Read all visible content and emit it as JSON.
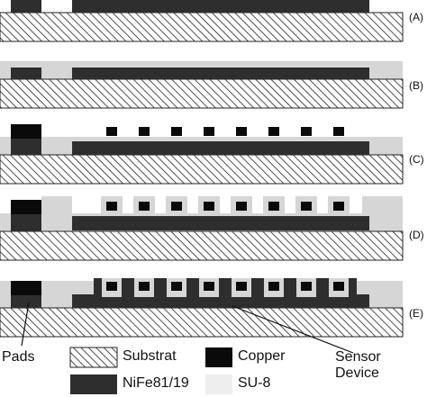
{
  "steps": [
    {
      "label": "(A)"
    },
    {
      "label": "(B)"
    },
    {
      "label": "(C)"
    },
    {
      "label": "(D)"
    },
    {
      "label": "(E)"
    }
  ],
  "callouts": {
    "pads": "Pads",
    "sensor_line1": "Sensor",
    "sensor_line2": "Device"
  },
  "legend": [
    {
      "key": "substrat",
      "label": "Substrat"
    },
    {
      "key": "copper",
      "label": "Copper"
    },
    {
      "key": "nife",
      "label": "NiFe81/19"
    },
    {
      "key": "su8",
      "label": "SU-8"
    }
  ],
  "colors": {
    "substrate_hatch": "#222222",
    "copper": "#0a0a0a",
    "nife": "#2e2e2e",
    "su8": "#d6d6d6",
    "su8_legend": "#eeeeee"
  }
}
